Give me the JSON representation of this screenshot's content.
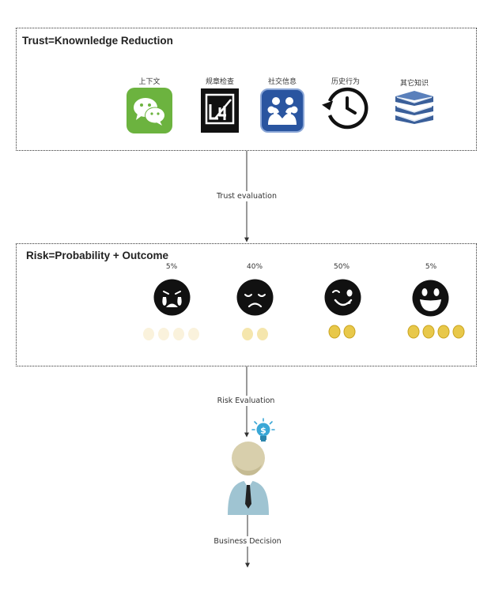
{
  "trust_section": {
    "title": "Trust=Knownledge Reduction",
    "sources": [
      {
        "label": "上下文",
        "icon": "wechat-icon",
        "color": "#6cb33f"
      },
      {
        "label": "规章检查",
        "icon": "audit-document-icon",
        "color": "#111111"
      },
      {
        "label": "社交信息",
        "icon": "social-network-icon",
        "color": "#2a55a0"
      },
      {
        "label": "历史行为",
        "icon": "history-clock-icon",
        "color": "#222222"
      },
      {
        "label": "其它知识",
        "icon": "books-icon",
        "color": "#3a5f9a"
      }
    ]
  },
  "flows": {
    "trust_evaluation": "Trust evaluation",
    "risk_evaluation": "Risk Evaluation",
    "business_decision": "Business Decision"
  },
  "risk_section": {
    "title": "Risk=Probability + Outcome",
    "scenarios": [
      {
        "probability": "5%",
        "face": "crying-face-icon",
        "coins": 4,
        "coin_style": "faded"
      },
      {
        "probability": "40%",
        "face": "sad-face-icon",
        "coins": 2,
        "coin_style": "light"
      },
      {
        "probability": "50%",
        "face": "winking-face-icon",
        "coins": 2,
        "coin_style": "gold"
      },
      {
        "probability": "5%",
        "face": "grinning-face-icon",
        "coins": 4,
        "coin_style": "gold"
      }
    ]
  },
  "decision_maker": {
    "icon": "businessman-icon",
    "idea_icon": "money-lightbulb-icon"
  }
}
